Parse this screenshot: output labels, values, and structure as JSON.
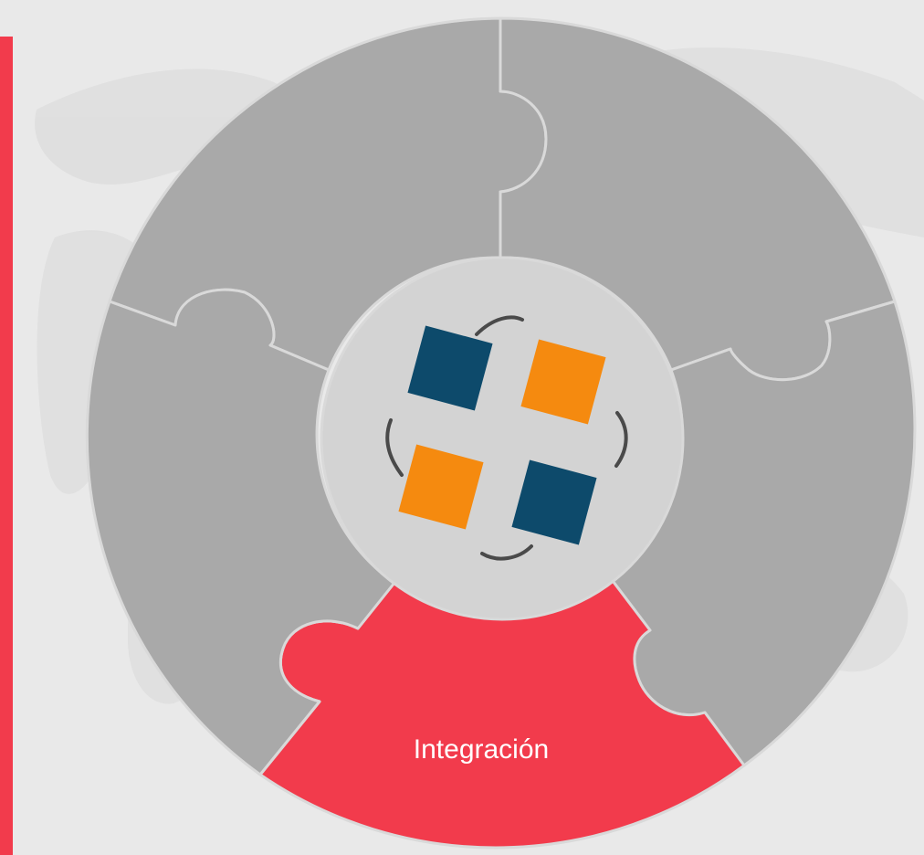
{
  "colors": {
    "background": "#e9e9e9",
    "accent_red": "#f23b4c",
    "segment_gray": "#a9a9a9",
    "segment_border": "#d9d9d9",
    "center_fill": "#d3d3d3",
    "tile_blue": "#0d4a6b",
    "tile_orange": "#f58a0f"
  },
  "diagram": {
    "segments": [
      {
        "id": "top-left",
        "label": "",
        "active": false
      },
      {
        "id": "top-right",
        "label": "",
        "active": false
      },
      {
        "id": "right",
        "label": "",
        "active": false
      },
      {
        "id": "bottom",
        "label": "Integración",
        "active": true
      },
      {
        "id": "left",
        "label": "",
        "active": false
      }
    ],
    "center_icons": [
      "blue-square-icon",
      "orange-square-icon",
      "orange-square-icon",
      "blue-square-icon"
    ]
  }
}
